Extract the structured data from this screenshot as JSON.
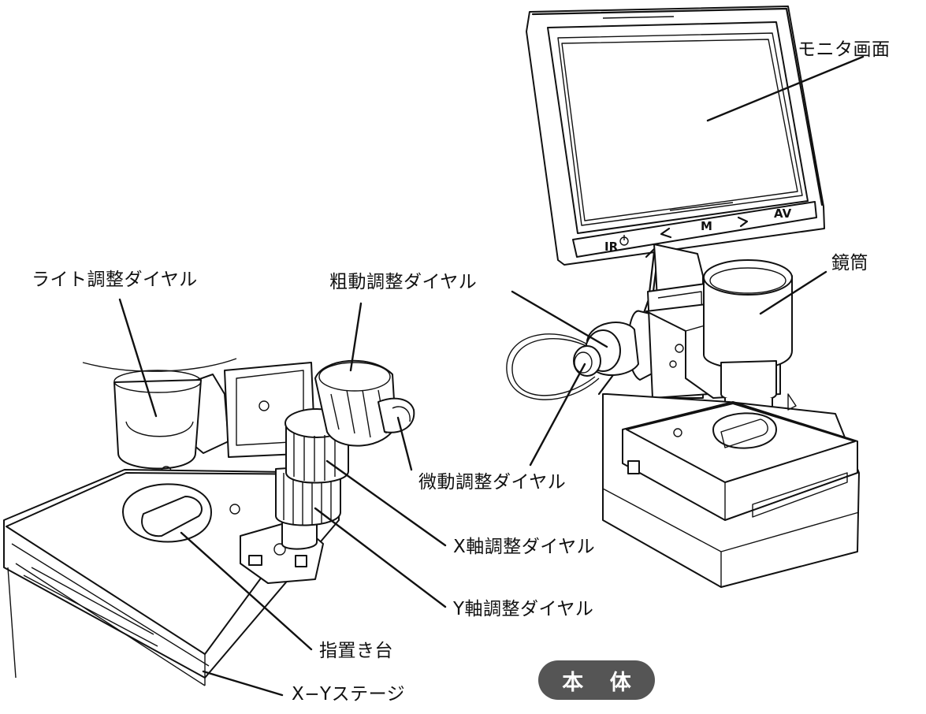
{
  "labels": {
    "monitor_screen": "モニタ画面",
    "lens_barrel": "鏡筒",
    "light_dial": "ライト調整ダイヤル",
    "coarse_dial": "粗動調整ダイヤル",
    "fine_dial": "微動調整ダイヤル",
    "x_axis_dial": "X軸調整ダイヤル",
    "y_axis_dial": "Y軸調整ダイヤル",
    "finger_rest": "指置き台",
    "xy_stage": "X−Yステージ"
  },
  "monitor_buttons": {
    "ir": "IR",
    "menu": "M",
    "av": "AV"
  },
  "badge": "本 体"
}
